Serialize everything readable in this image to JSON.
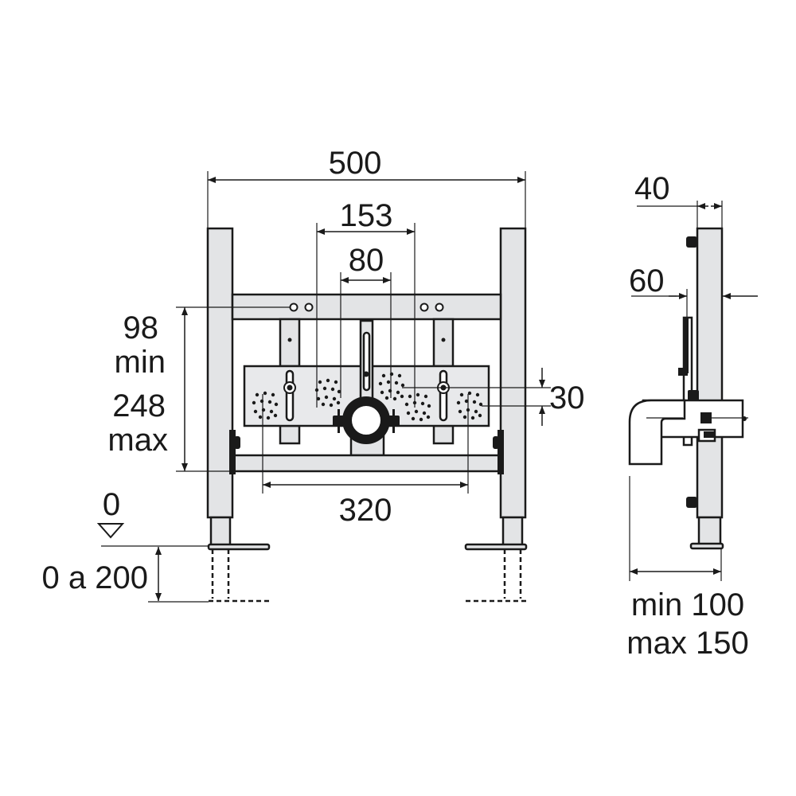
{
  "front_view": {
    "width_label": "500",
    "spacing_153_label": "153",
    "spacing_80_label": "80",
    "height_min_value": "98",
    "height_min_word": "min",
    "height_max_value": "248",
    "height_max_word": "max",
    "offset_30_label": "30",
    "bottom_width_label": "320",
    "floor_level_label": "0",
    "foot_range_label": "0 a 200"
  },
  "side_view": {
    "depth_40_label": "40",
    "depth_60_label": "60",
    "wall_min_label": "min 100",
    "wall_max_label": "max 150"
  },
  "colors": {
    "line": "#1a1a1a",
    "frame_fill": "#e3e4e6",
    "background": "#ffffff"
  }
}
